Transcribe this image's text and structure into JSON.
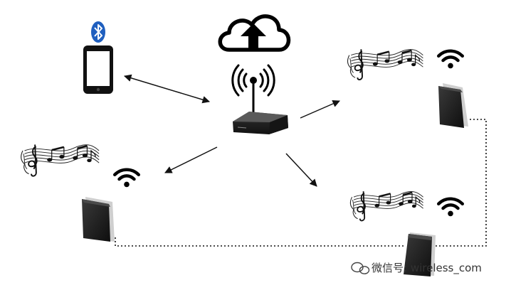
{
  "watermark": {
    "text": "微信号: wireless_com",
    "icon": "wechat-logo-icon"
  },
  "nodes": {
    "cloud": {
      "icon": "cloud-upload-icon"
    },
    "router": {
      "icon": "wifi-router-icon",
      "signal_icon": "radio-signal-icon"
    },
    "phone": {
      "icon": "smartphone-icon",
      "badge_icon": "bluetooth-icon"
    },
    "speakers": [
      {
        "id": "speaker-top-right",
        "icons": [
          "music-notes-icon",
          "wifi-icon",
          "speaker-icon"
        ]
      },
      {
        "id": "speaker-left",
        "icons": [
          "music-notes-icon",
          "wifi-icon",
          "speaker-icon"
        ]
      },
      {
        "id": "speaker-bottom-right",
        "icons": [
          "music-notes-icon",
          "wifi-icon",
          "speaker-icon"
        ]
      }
    ]
  },
  "connections": [
    {
      "from": "phone",
      "to": "router",
      "style": "double-arrow"
    },
    {
      "from": "router",
      "to": "speaker-top-right",
      "style": "arrow"
    },
    {
      "from": "router",
      "to": "speaker-left",
      "style": "arrow"
    },
    {
      "from": "router",
      "to": "speaker-bottom-right",
      "style": "arrow"
    },
    {
      "from": "speaker-top-right",
      "to": "speaker-bottom-right",
      "style": "dotted"
    },
    {
      "from": "speaker-left",
      "to": "speaker-bottom-right",
      "style": "dotted"
    }
  ],
  "colors": {
    "line": "#111111",
    "device_dark": "#1a1a1a",
    "device_frame": "#d8d8d8",
    "bluetooth": "#1f5fbf"
  }
}
